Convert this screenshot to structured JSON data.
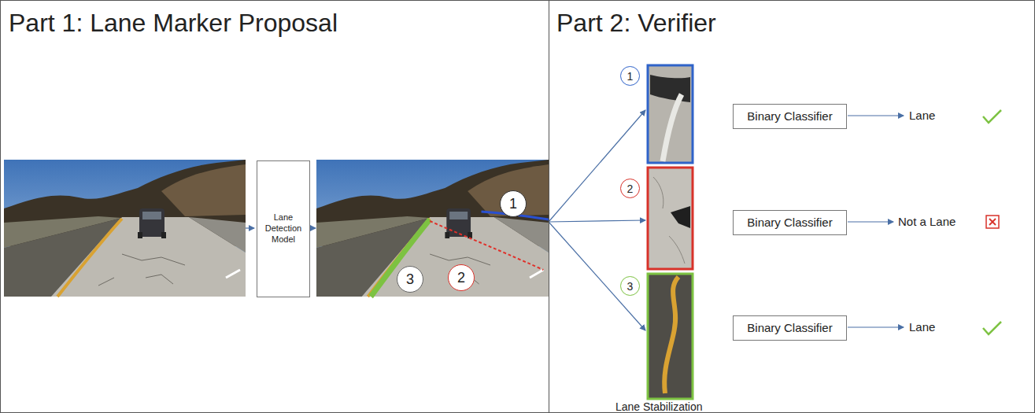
{
  "diagram": {
    "nodes": [
      {
        "text": [
          "Part 1: Lane Marker Proposal"
        ]
      },
      {
        "text": [
          "Lane Detection Model"
        ],
        "in": 0
      },
      {
        "text": [
          "1"
        ],
        "in": 0
      },
      {
        "text": [
          "2"
        ],
        "in": 0
      },
      {
        "text": [
          "3"
        ],
        "in": 0
      },
      {
        "text": [
          "Part 2: Verifier"
        ]
      },
      {
        "text": [
          "1"
        ],
        "in": 5
      },
      {
        "text": [
          "Binary Classifier"
        ],
        "in": 5
      },
      {
        "text": [
          "2"
        ],
        "in": 5
      },
      {
        "text": [
          "Binary Classifier"
        ],
        "in": 5
      },
      {
        "text": [
          "3"
        ],
        "in": 5
      },
      {
        "text": [
          "Binary Classifier"
        ],
        "in": 5
      }
    ],
    "labels": [
      "Lane",
      "Not a Lane",
      "Lane",
      "Lane Stabilization"
    ]
  }
}
